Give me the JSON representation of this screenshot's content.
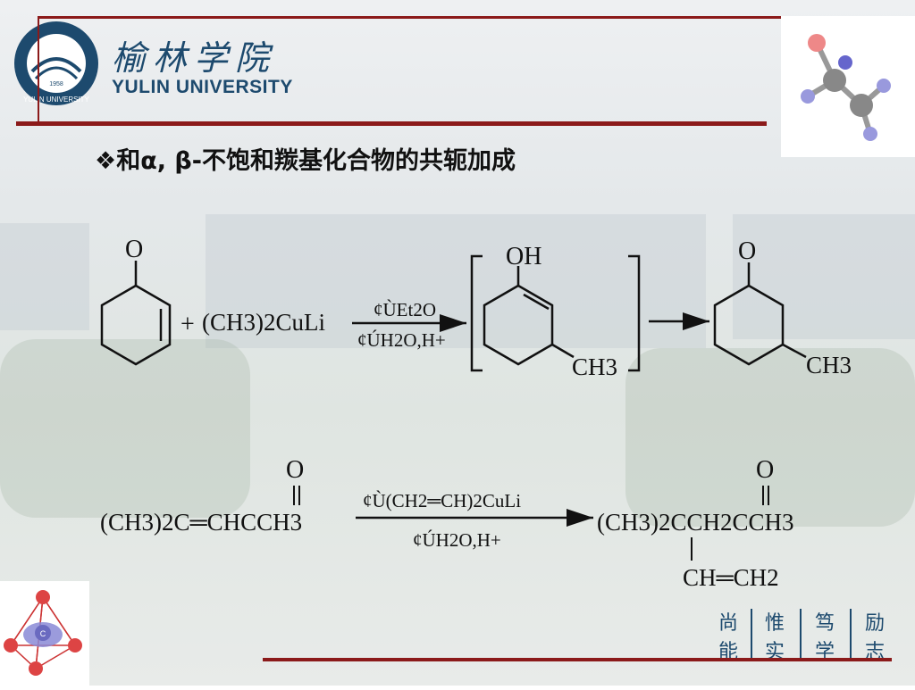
{
  "header": {
    "logo_year": "1958",
    "logo_ring_text": "YULIN UNIVERSITY",
    "school_name_cn": "榆林学院",
    "school_name_en": "YULIN UNIVERSITY"
  },
  "heading": "❖和α, β-不饱和羰基化合物的共轭加成",
  "reaction1": {
    "ketone_label": "O",
    "plus": "+",
    "reagent": "(CH3)2CuLi",
    "step1": "¢ÙEt2O",
    "step2": "¢ÚH2O,H+",
    "enol_label": "OH",
    "enol_methyl": "CH3",
    "product_o": "O",
    "product_methyl": "CH3"
  },
  "reaction2": {
    "reactant_o": "O",
    "reactant": "(CH3)2C═CHCCH3",
    "step1": "¢Ù(CH2═CH)2CuLi",
    "step2": "¢ÚH2O,H+",
    "product_o": "O",
    "product": "(CH3)2CCH2CCH3",
    "product_branch": "CH═CH2"
  },
  "motto": [
    "尚",
    "惟",
    "笃",
    "励",
    "能",
    "实",
    "学",
    "志"
  ],
  "colors": {
    "brand_blue": "#1d4a6e",
    "accent_red": "#8b1a1a"
  }
}
